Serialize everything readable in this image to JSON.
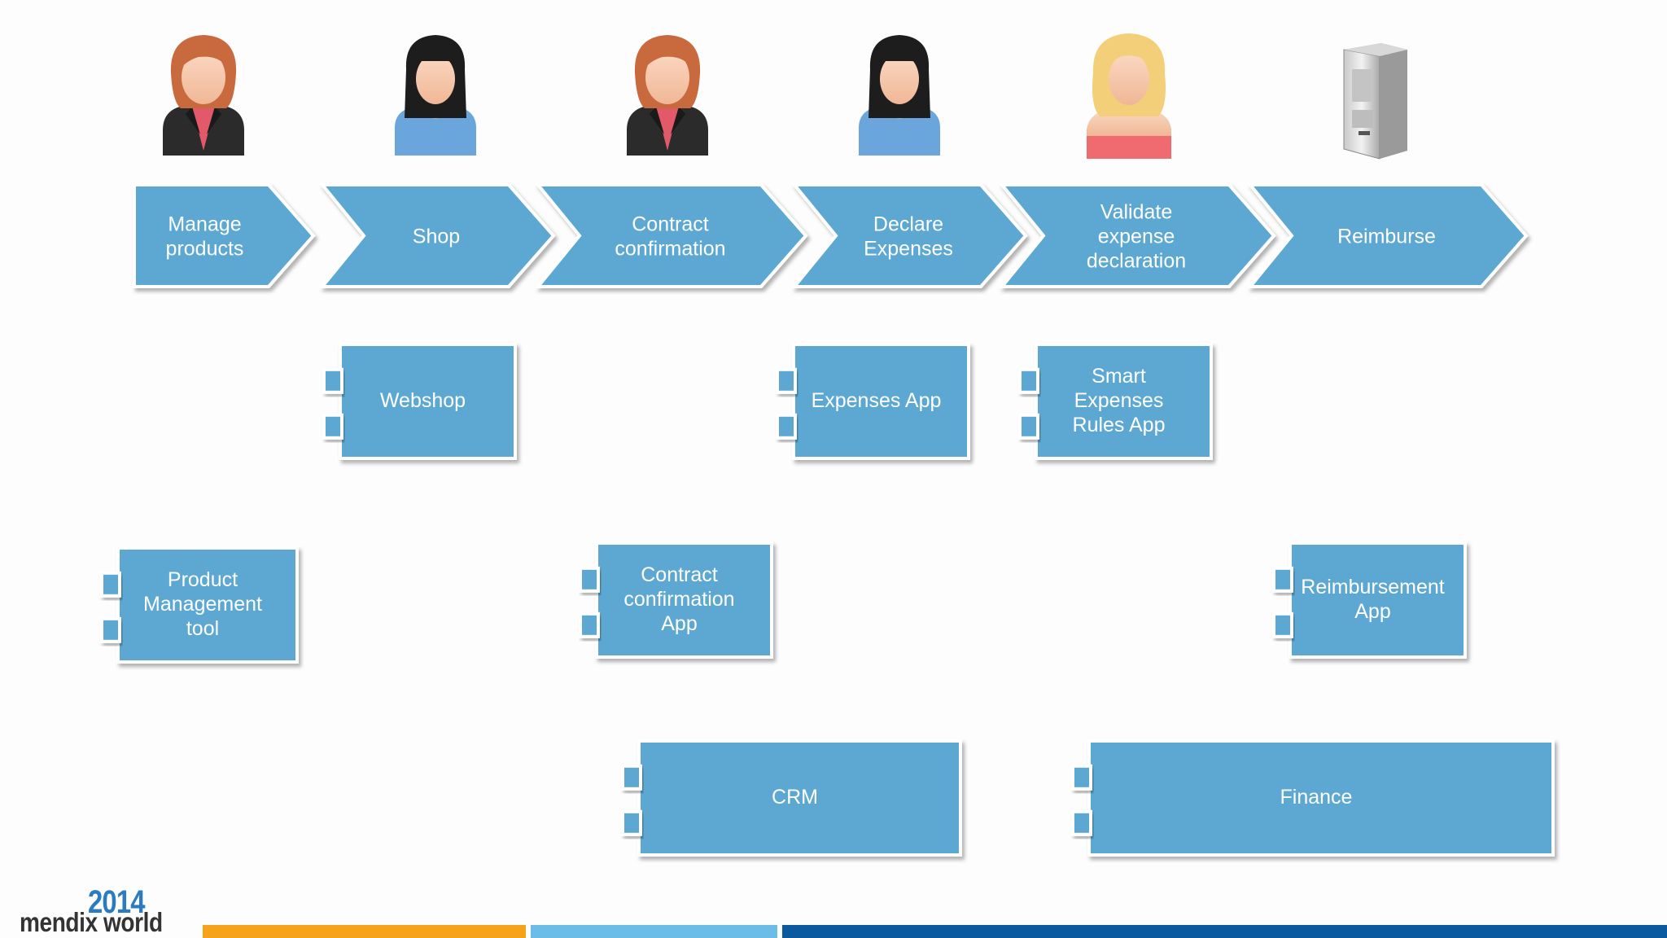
{
  "colors": {
    "shape_fill": "#5ba8d3",
    "background": "#fdfdfe",
    "bar_orange": "#f7a21b",
    "bar_light_blue": "#6cbce8",
    "bar_dark_blue": "#0b5aa0"
  },
  "process_steps": [
    {
      "lines": [
        "Manage",
        "products"
      ],
      "actor": "businesswoman-icon"
    },
    {
      "lines": [
        "Shop"
      ],
      "actor": "woman-dark-hair-icon"
    },
    {
      "lines": [
        "Contract",
        "confirmation"
      ],
      "actor": "businesswoman-icon"
    },
    {
      "lines": [
        "Declare",
        "Expenses"
      ],
      "actor": "woman-dark-hair-icon"
    },
    {
      "lines": [
        "Validate",
        "expense",
        "declaration"
      ],
      "actor": "woman-blonde-icon"
    },
    {
      "lines": [
        "Reimburse"
      ],
      "actor": "server-icon"
    }
  ],
  "applications": [
    {
      "lines": [
        "Webshop"
      ]
    },
    {
      "lines": [
        "Expenses App"
      ]
    },
    {
      "lines": [
        "Smart",
        "Expenses",
        "Rules App"
      ]
    },
    {
      "lines": [
        "Product",
        "Management",
        "tool"
      ]
    },
    {
      "lines": [
        "Contract",
        "confirmation",
        "App"
      ]
    },
    {
      "lines": [
        "Reimbursement",
        "App"
      ]
    },
    {
      "lines": [
        "CRM"
      ]
    },
    {
      "lines": [
        "Finance"
      ]
    }
  ],
  "footer": {
    "logo_year": "2014",
    "logo_name": "mendix world"
  }
}
